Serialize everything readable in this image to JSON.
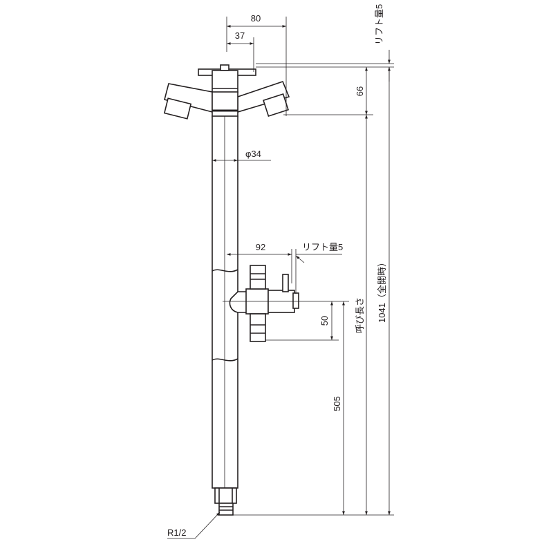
{
  "dimensions": {
    "width_80": "80",
    "width_37": "37",
    "lift_top": "リフト量5",
    "height_66": "66",
    "diameter": "φ34",
    "width_92": "92",
    "lift_valve": "リフト量5",
    "nominal_length": "呼び長さ",
    "total_length": "1041（全開時）",
    "height_50": "50",
    "height_505": "505",
    "thread": "R1/2"
  },
  "colors": {
    "line": "#231f20",
    "background": "#ffffff"
  }
}
